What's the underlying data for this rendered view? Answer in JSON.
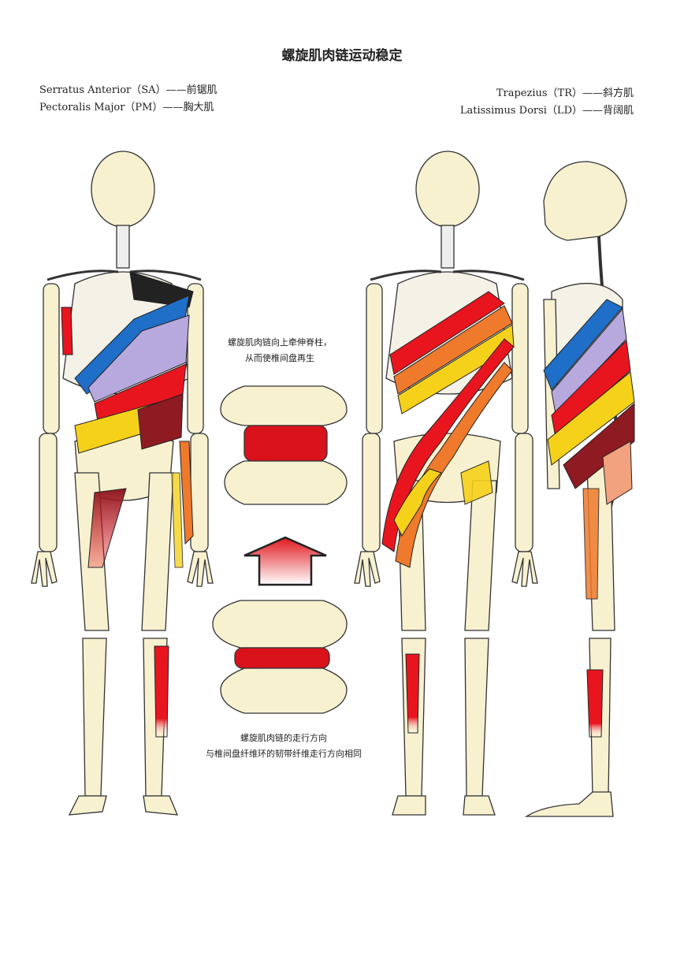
{
  "title": "螺旋肌肉链运动稳定",
  "legend_left": [
    {
      "text": "Serratus Anterior（SA）——前锯肌"
    },
    {
      "text": "Pectoralis Major（PM）——胸大肌"
    }
  ],
  "legend_right": [
    {
      "text": "Trapezius（TR）——斜方肌"
    },
    {
      "text": "Latissimus Dorsi（LD）——背阔肌"
    }
  ],
  "caption_top": [
    "螺旋肌肉链向上牵伸脊柱，",
    "从而使椎间盘再生"
  ],
  "caption_bottom": [
    "螺旋肌肉链的走行方向",
    "与椎间盘纤维环的韧带纤维走行方向相同"
  ],
  "colors": {
    "bone": "#f7f1d0",
    "bone_outline": "#333333",
    "blue": "#1f6fc9",
    "lavender": "#b7a8dd",
    "red": "#e8151f",
    "dark_red": "#8e1a22",
    "orange": "#ef7a2c",
    "yellow": "#f6d11a",
    "salmon": "#f2a27e",
    "disc_red": "#d9111b",
    "arrow_red": "#e0161c"
  }
}
